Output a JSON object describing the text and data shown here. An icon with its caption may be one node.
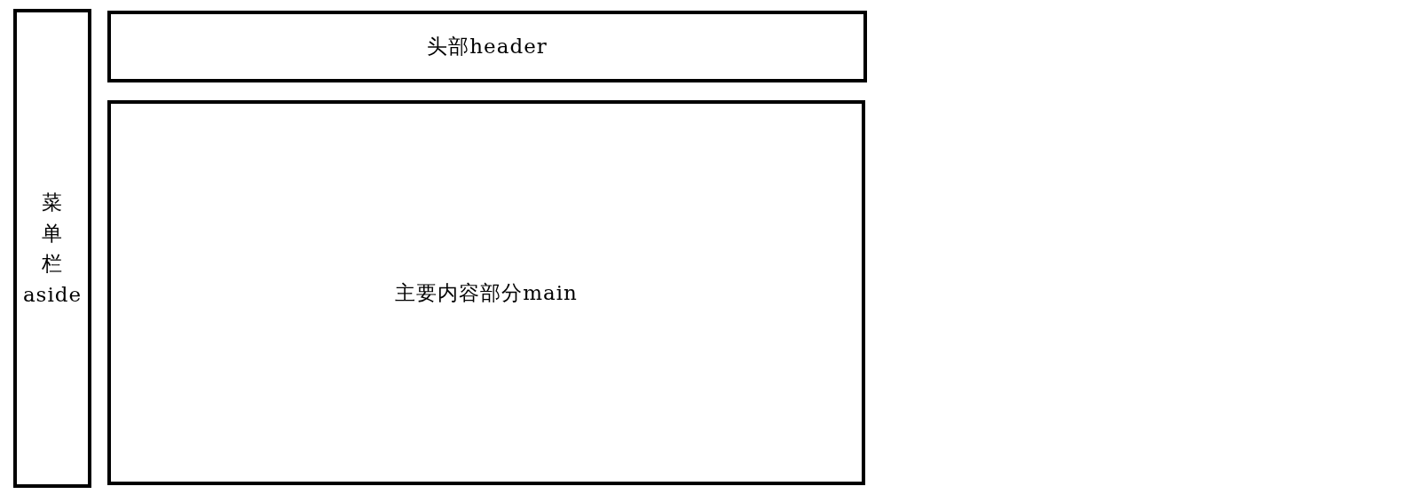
{
  "diagram": {
    "nodes": [
      {
        "text": [
          "菜单栏 aside"
        ]
      },
      {
        "text": [
          "头部header"
        ]
      },
      {
        "text": [
          "主要内容部分main"
        ]
      }
    ]
  }
}
